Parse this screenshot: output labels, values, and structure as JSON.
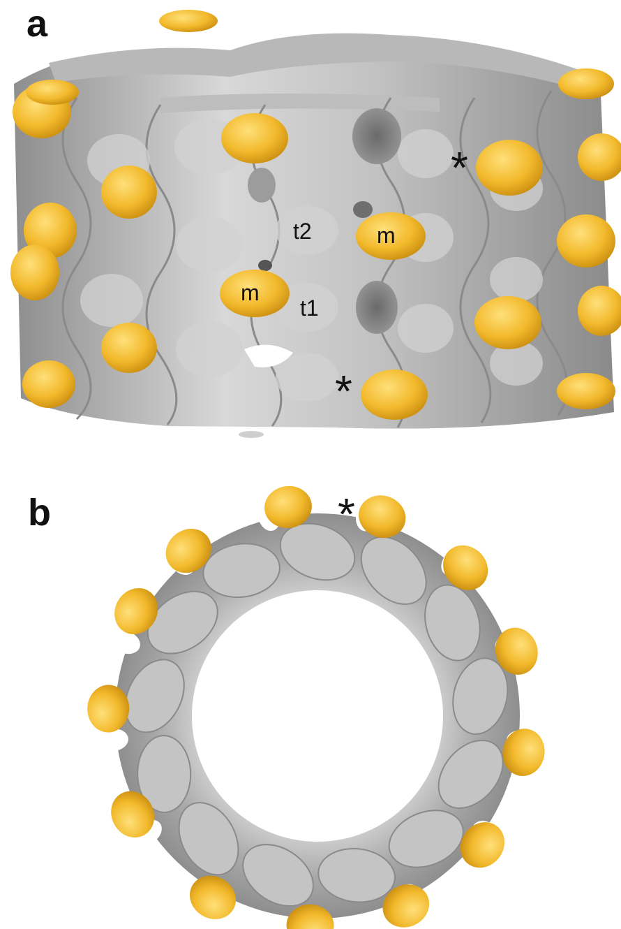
{
  "panels": {
    "a": {
      "letter": "a",
      "labels": {
        "t2": "t2",
        "t1": "t1",
        "m_upper": "m",
        "m_lower": "m",
        "star_upper": "*",
        "star_lower": "*"
      }
    },
    "b": {
      "letter": "b",
      "labels": {
        "star": "*"
      }
    }
  },
  "colors": {
    "tubulin_surface": "#a9a9a9",
    "tubulin_highlight": "#d6d6d6",
    "cut_face": "#c4c4c4",
    "motor_domain": "#f0b830",
    "motor_highlight": "#ffd95a",
    "background": "#ffffff"
  }
}
